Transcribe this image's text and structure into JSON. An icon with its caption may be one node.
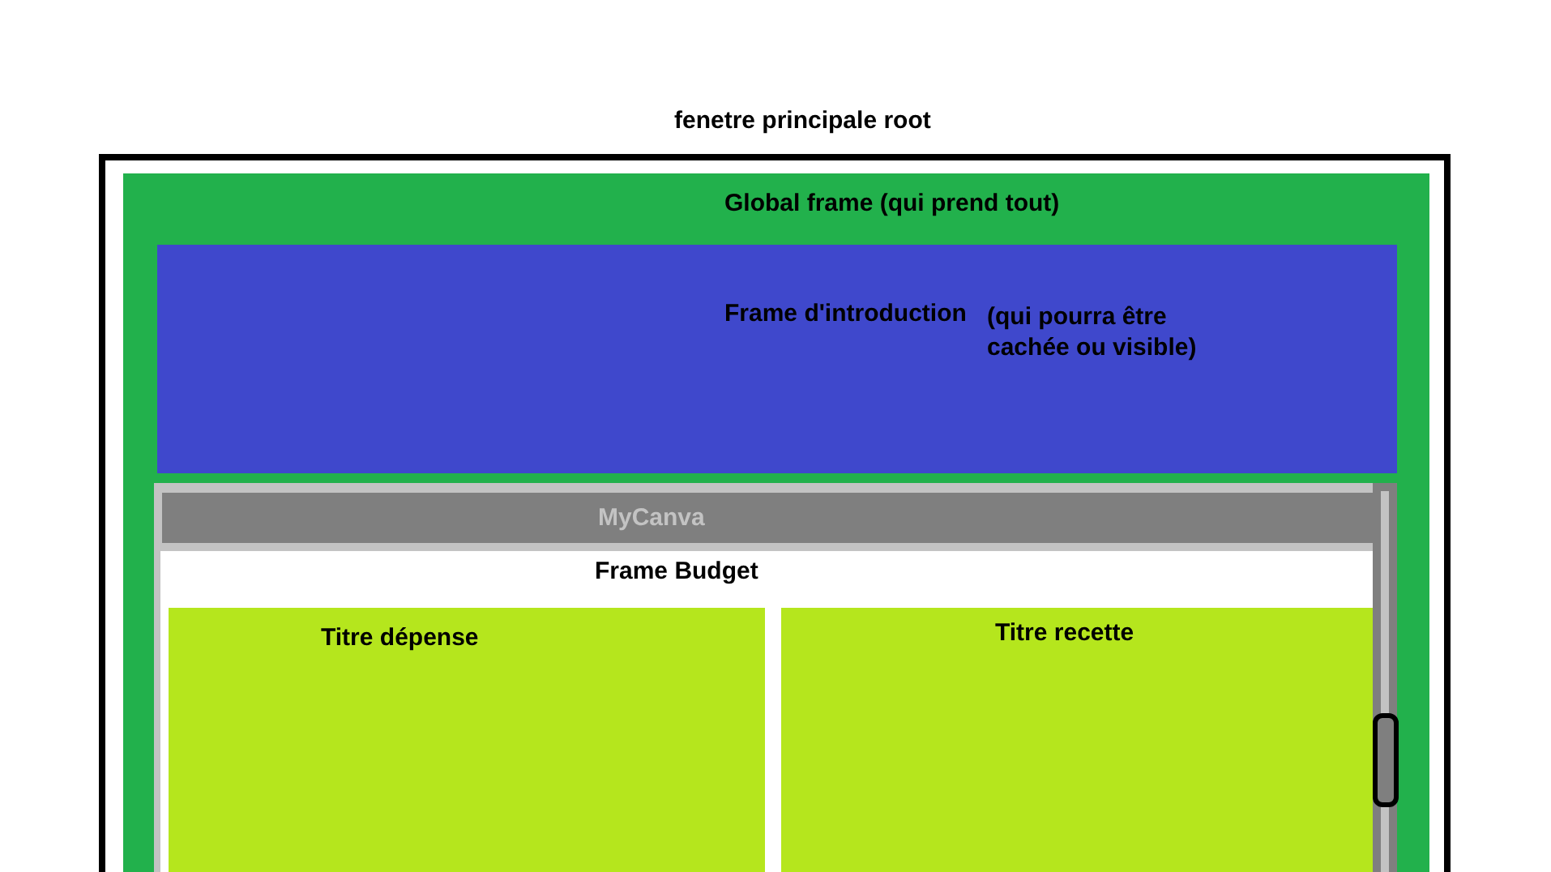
{
  "diagram": {
    "nodes": [
      {
        "text": [
          "fenetre principale root"
        ]
      },
      {
        "text": [
          "Global frame (qui prend tout)"
        ],
        "in": 0
      },
      {
        "text": [
          "Frame d'introduction",
          "(qui pourra être cachée ou visible)"
        ],
        "in": 1
      },
      {
        "text": [
          "MyCanva"
        ],
        "in": 1
      },
      {
        "text": [
          "Frame Budget"
        ],
        "in": 3
      },
      {
        "text": [
          "Titre dépense"
        ],
        "in": 4
      },
      {
        "text": [
          "Titre recette"
        ],
        "in": 4
      }
    ]
  }
}
